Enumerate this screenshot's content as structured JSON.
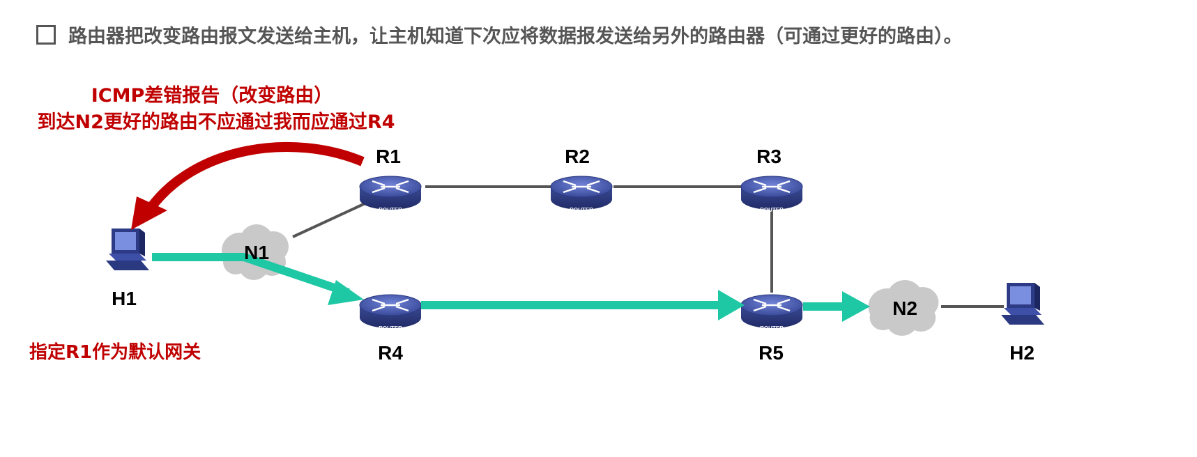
{
  "header": {
    "text": "路由器把改变路由报文发送给主机，让主机知道下次应将数据报发送给另外的路由器（可通过更好的路由）。"
  },
  "annotation": {
    "line1": "ICMP差错报告（改变路由）",
    "line2": "到达N2更好的路由不应通过我而应通过R4"
  },
  "note": "指定R1作为默认网关",
  "nodes": {
    "r1": "R1",
    "r2": "R2",
    "r3": "R3",
    "r4": "R4",
    "r5": "R5",
    "n1": "N1",
    "n2": "N2",
    "h1": "H1",
    "h2": "H2",
    "router_caption": "ROUTER"
  },
  "colors": {
    "header_text": "#555555",
    "annotation_red": "#c00000",
    "path_teal": "#1ec8a5",
    "router_blue": "#3d4f9e",
    "link_gray": "#555555",
    "cloud_gray": "#c9c9c9"
  }
}
